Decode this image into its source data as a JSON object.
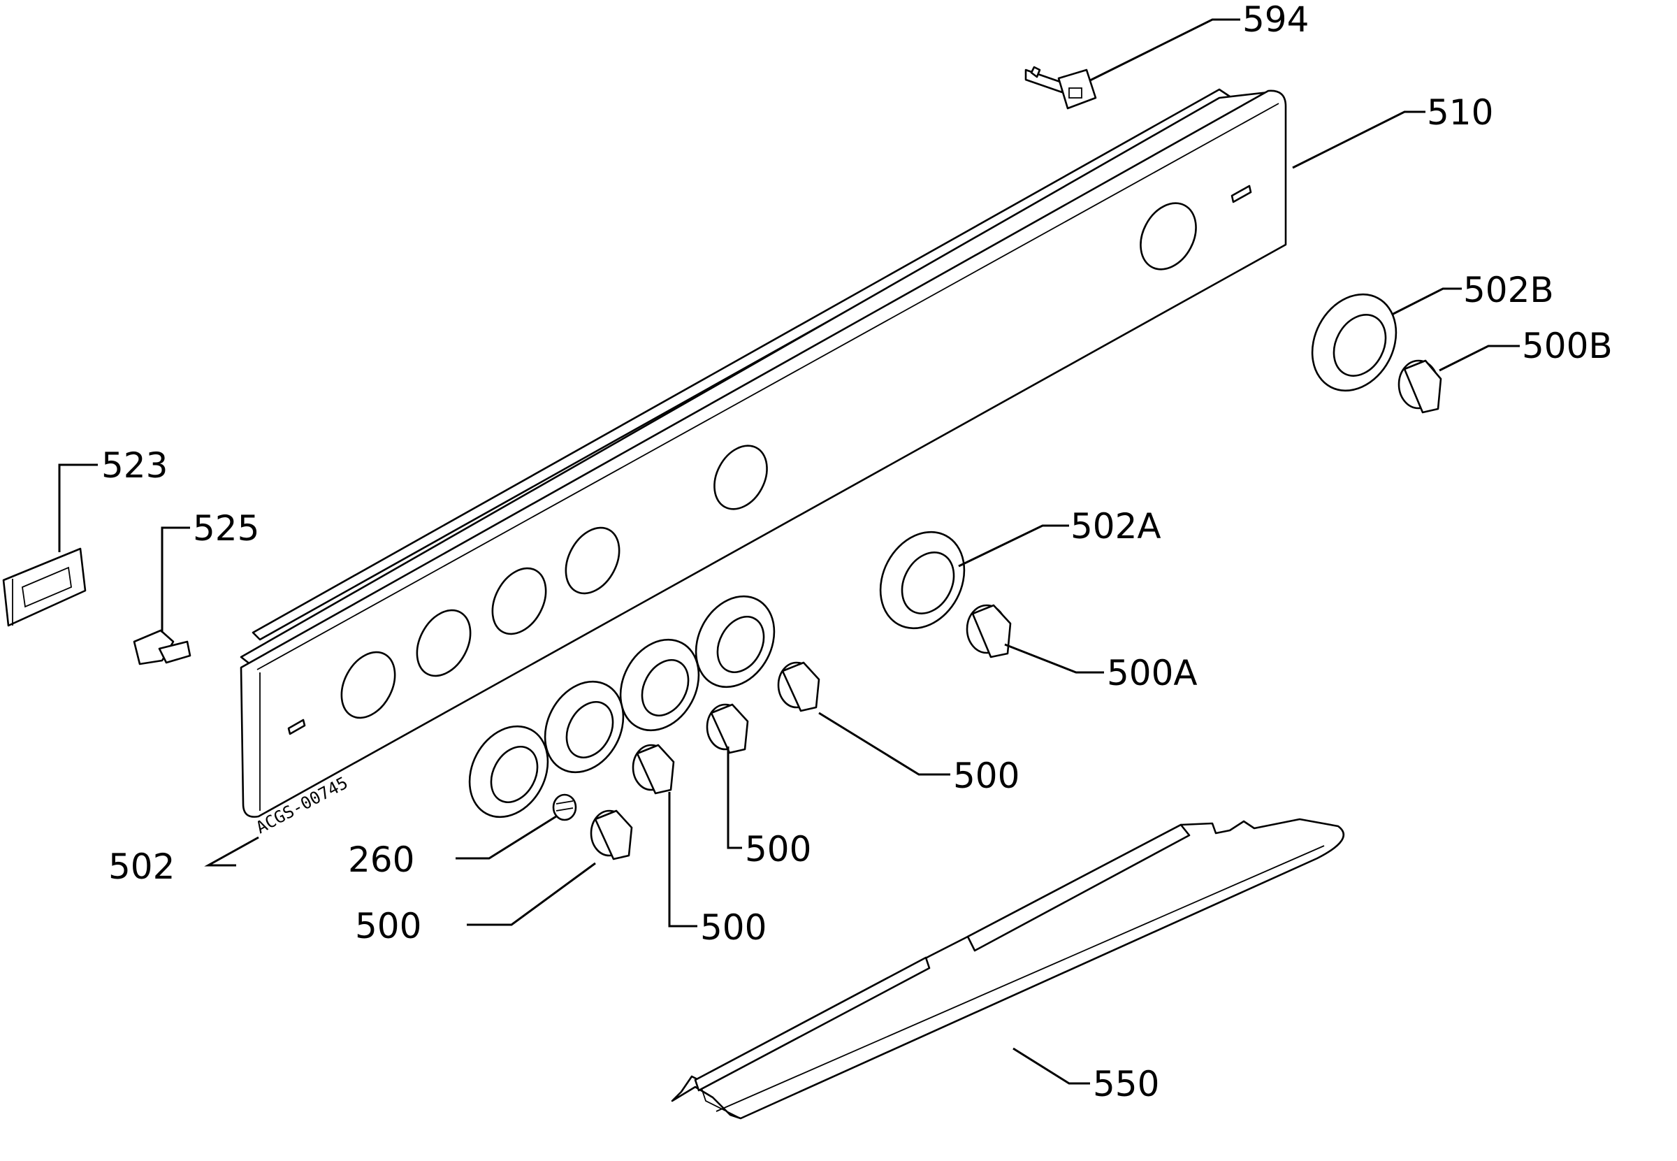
{
  "stamp": "ACGS-00745",
  "callouts": [
    {
      "id": "594",
      "text": "594"
    },
    {
      "id": "510",
      "text": "510"
    },
    {
      "id": "502B",
      "text": "502B"
    },
    {
      "id": "500B",
      "text": "500B"
    },
    {
      "id": "523",
      "text": "523"
    },
    {
      "id": "525",
      "text": "525"
    },
    {
      "id": "502A",
      "text": "502A"
    },
    {
      "id": "500A",
      "text": "500A"
    },
    {
      "id": "500_r1",
      "text": "500"
    },
    {
      "id": "500_r2",
      "text": "500"
    },
    {
      "id": "502",
      "text": "502"
    },
    {
      "id": "260",
      "text": "260"
    },
    {
      "id": "500_l1",
      "text": "500"
    },
    {
      "id": "500_l2",
      "text": "500"
    },
    {
      "id": "550",
      "text": "550"
    }
  ]
}
